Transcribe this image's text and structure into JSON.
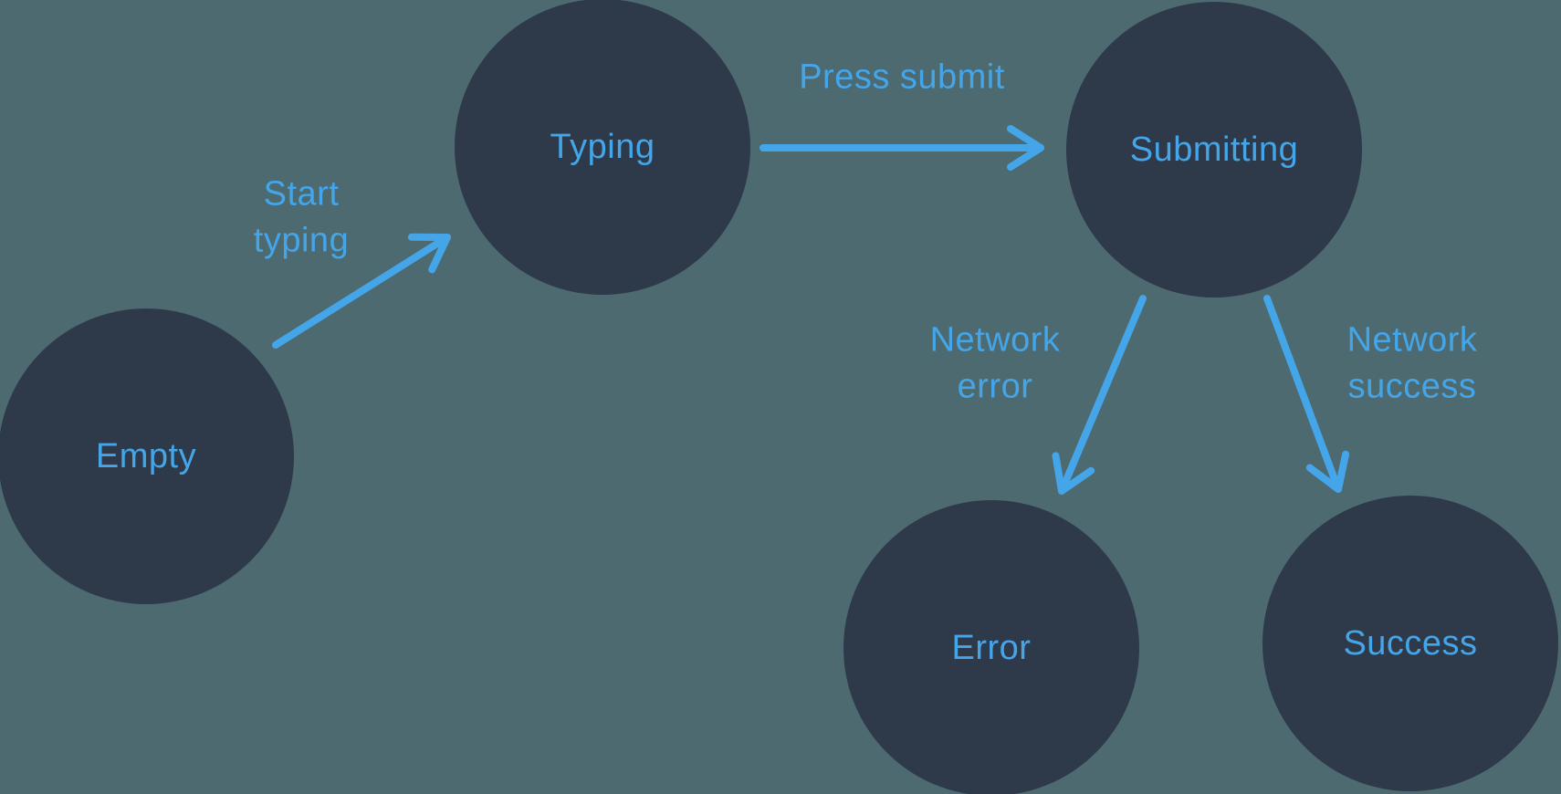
{
  "diagram": {
    "type": "state-machine",
    "states": [
      {
        "id": "empty",
        "label": "Empty"
      },
      {
        "id": "typing",
        "label": "Typing"
      },
      {
        "id": "submitting",
        "label": "Submitting"
      },
      {
        "id": "error",
        "label": "Error"
      },
      {
        "id": "success",
        "label": "Success"
      }
    ],
    "transitions": [
      {
        "from": "empty",
        "to": "typing",
        "label": "Start\ntyping"
      },
      {
        "from": "typing",
        "to": "submitting",
        "label": "Press submit"
      },
      {
        "from": "submitting",
        "to": "error",
        "label": "Network\nerror"
      },
      {
        "from": "submitting",
        "to": "success",
        "label": "Network\nsuccess"
      }
    ],
    "colors": {
      "background": "#4D6A71",
      "node_fill": "#2E3A49",
      "accent_blue": "#45A5E9"
    }
  }
}
